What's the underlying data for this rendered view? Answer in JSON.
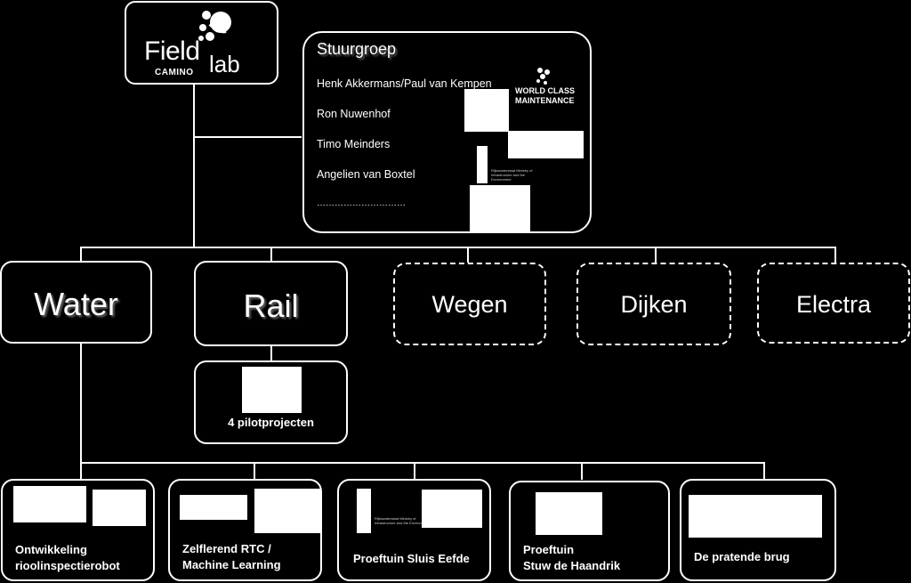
{
  "logo": {
    "field": "Field",
    "lab": "lab",
    "camino": "CAMINO"
  },
  "steering": {
    "title": "Stuurgroep",
    "members": [
      "Henk Akkermans/Paul van Kempen",
      "Ron Nuwenhof",
      "Timo Meinders",
      "Angelien van Boxtel",
      "…………………………"
    ],
    "wcm_line1": "WORLD CLASS",
    "wcm_line2": "MAINTENANCE",
    "rws_text": "Rijkswaterstaat Ministry of Infrastructure and the Environment"
  },
  "domains": [
    {
      "label": "Water",
      "style": "solid"
    },
    {
      "label": "Rail",
      "style": "solid"
    },
    {
      "label": "Wegen",
      "style": "dashed"
    },
    {
      "label": "Dijken",
      "style": "dashed"
    },
    {
      "label": "Electra",
      "style": "dashed"
    }
  ],
  "rail_sub": {
    "label": "4 pilotprojecten"
  },
  "projects": [
    {
      "line1": "Ontwikkeling",
      "line2": "rioolinspectierobot"
    },
    {
      "line1": "Zelflerend RTC /",
      "line2": "Machine Learning"
    },
    {
      "line1": "Proeftuin Sluis Eefde",
      "line2": ""
    },
    {
      "line1": "Proeftuin",
      "line2": "Stuw de Haandrik"
    },
    {
      "line1": "De pratende brug",
      "line2": ""
    }
  ],
  "project3_rws_text": "Rijkswaterstaat Ministry of Infrastructure and the Environment"
}
